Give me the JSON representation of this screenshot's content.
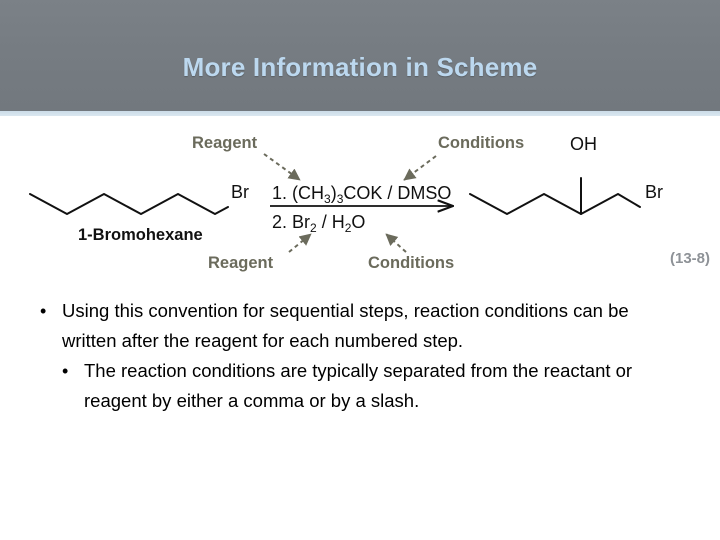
{
  "slide": {
    "title": "More Information in Scheme",
    "title_color": "#bcd8ef",
    "header_color": "#767c82",
    "background_color": "#ffffff"
  },
  "scheme": {
    "figure_ref": "(13-8)",
    "callouts": {
      "top_left_label": "Reagent",
      "top_right_label": "Conditions",
      "bottom_left_label": "Reagent",
      "bottom_right_label": "Conditions",
      "callout_color": "#6b6b5c"
    },
    "reactant": {
      "name": "1-Bromohexane",
      "halogen_label": "Br"
    },
    "arrow": {
      "step1": "1. (CH3)3COK / DMSO",
      "step1_parts": {
        "number": "1.",
        "reagent": "(CH",
        "sub1": "3",
        "reagent2": ")",
        "sub2": "3",
        "reagent3": "COK / DMSO"
      },
      "step2_parts": {
        "number": "2.",
        "reagent": "Br",
        "sub1": "2",
        "slash": " / H",
        "sub2": "2",
        "reagent2": "O"
      }
    },
    "product": {
      "hydroxyl_label": "OH",
      "halogen_label": "Br"
    }
  },
  "bullets": [
    {
      "marker": "•",
      "text": "Using this convention for sequential steps, reaction conditions can be written after the reagent for each numbered step."
    },
    {
      "marker": "•",
      "text": "The reaction conditions are typically separated from the reactant or reagent by either a comma or by a slash."
    }
  ]
}
